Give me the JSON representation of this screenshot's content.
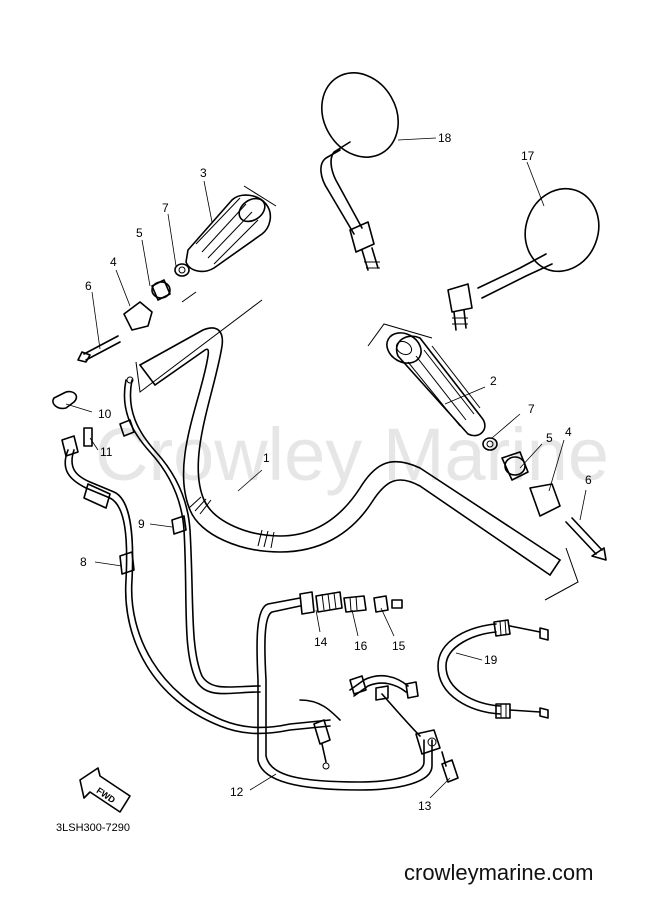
{
  "diagram_code": "3LSH300-7290",
  "watermark": "Crowley Marine",
  "footer_url": "crowleymarine.com",
  "direction_label": "FWD",
  "callouts": [
    {
      "id": "1"
    },
    {
      "id": "2"
    },
    {
      "id": "3"
    },
    {
      "id": "4"
    },
    {
      "id": "4"
    },
    {
      "id": "5"
    },
    {
      "id": "5"
    },
    {
      "id": "6"
    },
    {
      "id": "6"
    },
    {
      "id": "7"
    },
    {
      "id": "7"
    },
    {
      "id": "8"
    },
    {
      "id": "9"
    },
    {
      "id": "10"
    },
    {
      "id": "11"
    },
    {
      "id": "12"
    },
    {
      "id": "13"
    },
    {
      "id": "14"
    },
    {
      "id": "15"
    },
    {
      "id": "16"
    },
    {
      "id": "17"
    },
    {
      "id": "18"
    },
    {
      "id": "19"
    }
  ]
}
